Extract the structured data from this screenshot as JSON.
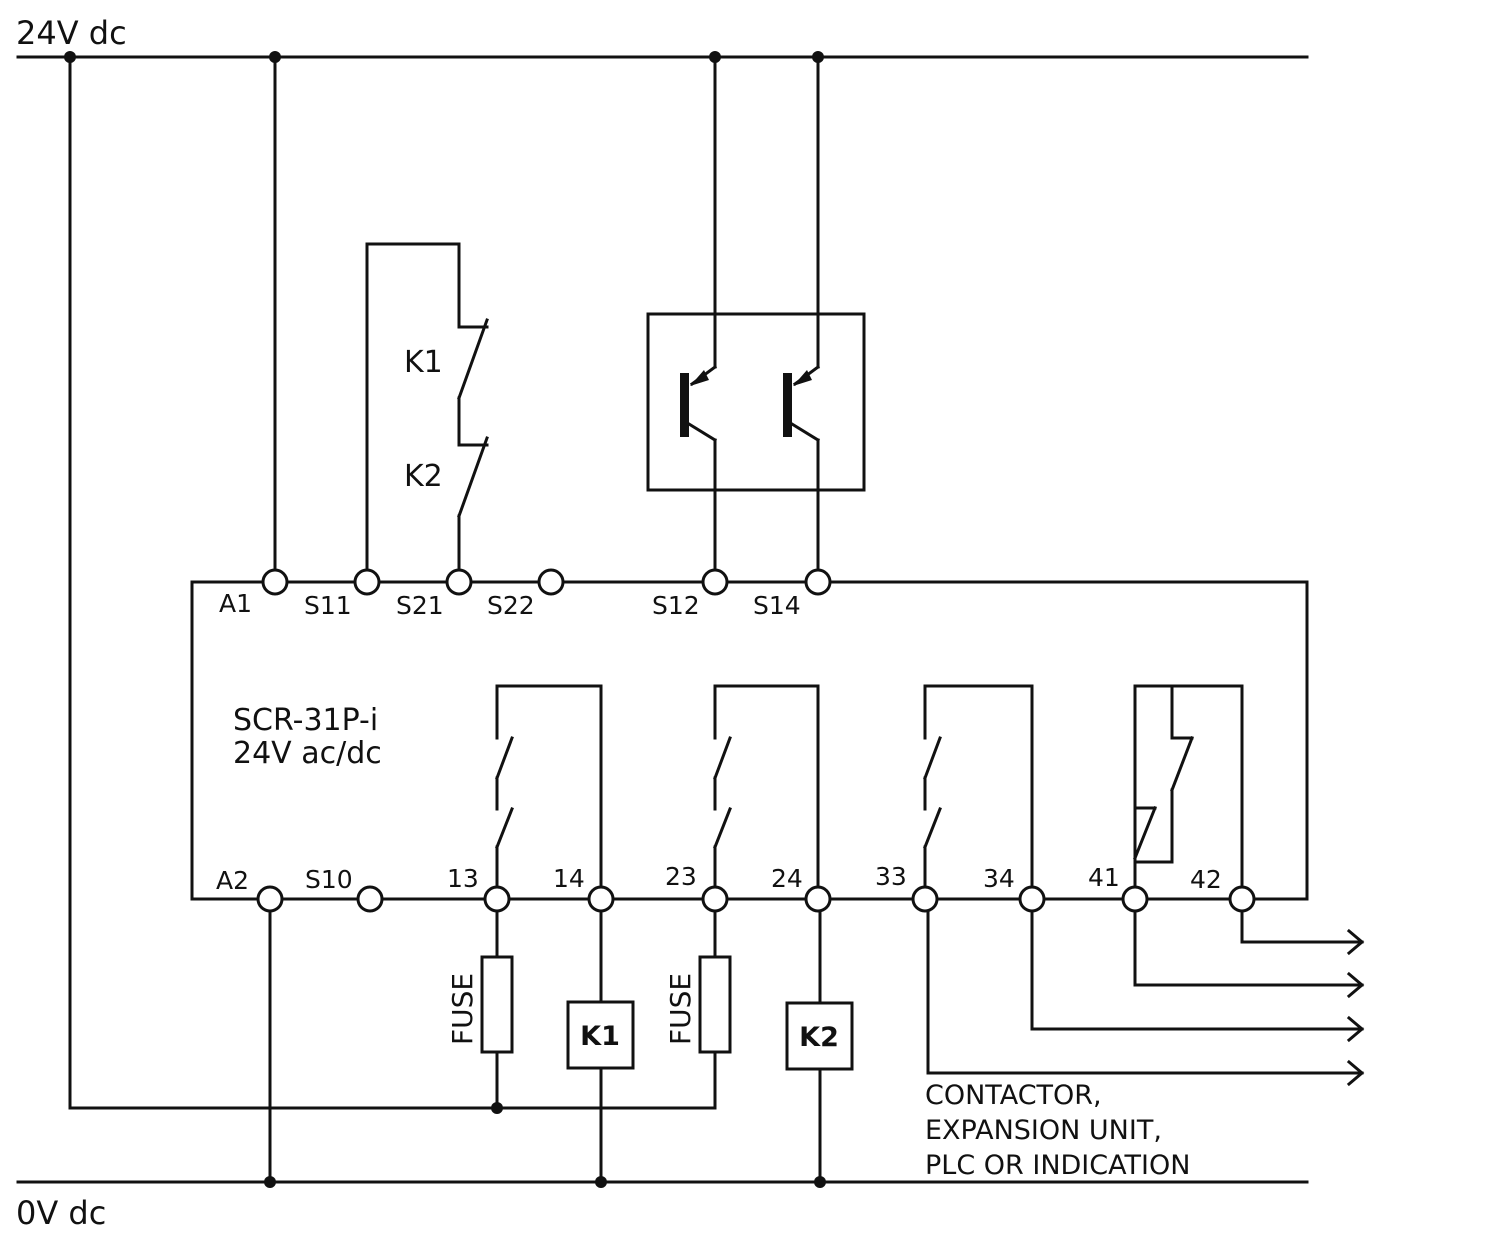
{
  "rails": {
    "top": "24V dc",
    "bottom": "0V dc"
  },
  "device": {
    "model": "SCR-31P-i",
    "supply": "24V ac/dc"
  },
  "terminals_top": [
    "A1",
    "S11",
    "S21",
    "S22",
    "S12",
    "S14"
  ],
  "terminals_bottom": [
    "A2",
    "S10",
    "13",
    "14",
    "23",
    "24",
    "33",
    "34",
    "41",
    "42"
  ],
  "contacts": {
    "k1": "K1",
    "k2": "K2"
  },
  "coils": {
    "k1": "K1",
    "k2": "K2"
  },
  "fuse_label": "FUSE",
  "outputs_note": [
    "CONTACTOR,",
    "EXPANSION UNIT,",
    "PLC OR INDICATION"
  ],
  "colors": {
    "line": "#111111",
    "background": "#ffffff"
  }
}
